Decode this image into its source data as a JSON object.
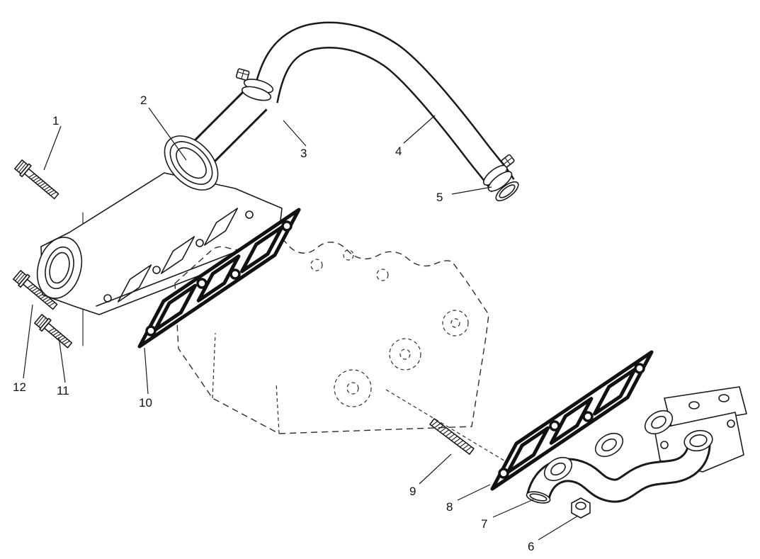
{
  "page": {
    "background_color": "#ffffff",
    "line_color": "#1a1a1a"
  },
  "diagram": {
    "kind": "exploded-parts-diagram",
    "callouts": [
      {
        "label": "1"
      },
      {
        "label": "2"
      },
      {
        "label": "3"
      },
      {
        "label": "4"
      },
      {
        "label": "5"
      },
      {
        "label": "6"
      },
      {
        "label": "7"
      },
      {
        "label": "8"
      },
      {
        "label": "9"
      },
      {
        "label": "10"
      },
      {
        "label": "11"
      },
      {
        "label": "12"
      }
    ]
  }
}
